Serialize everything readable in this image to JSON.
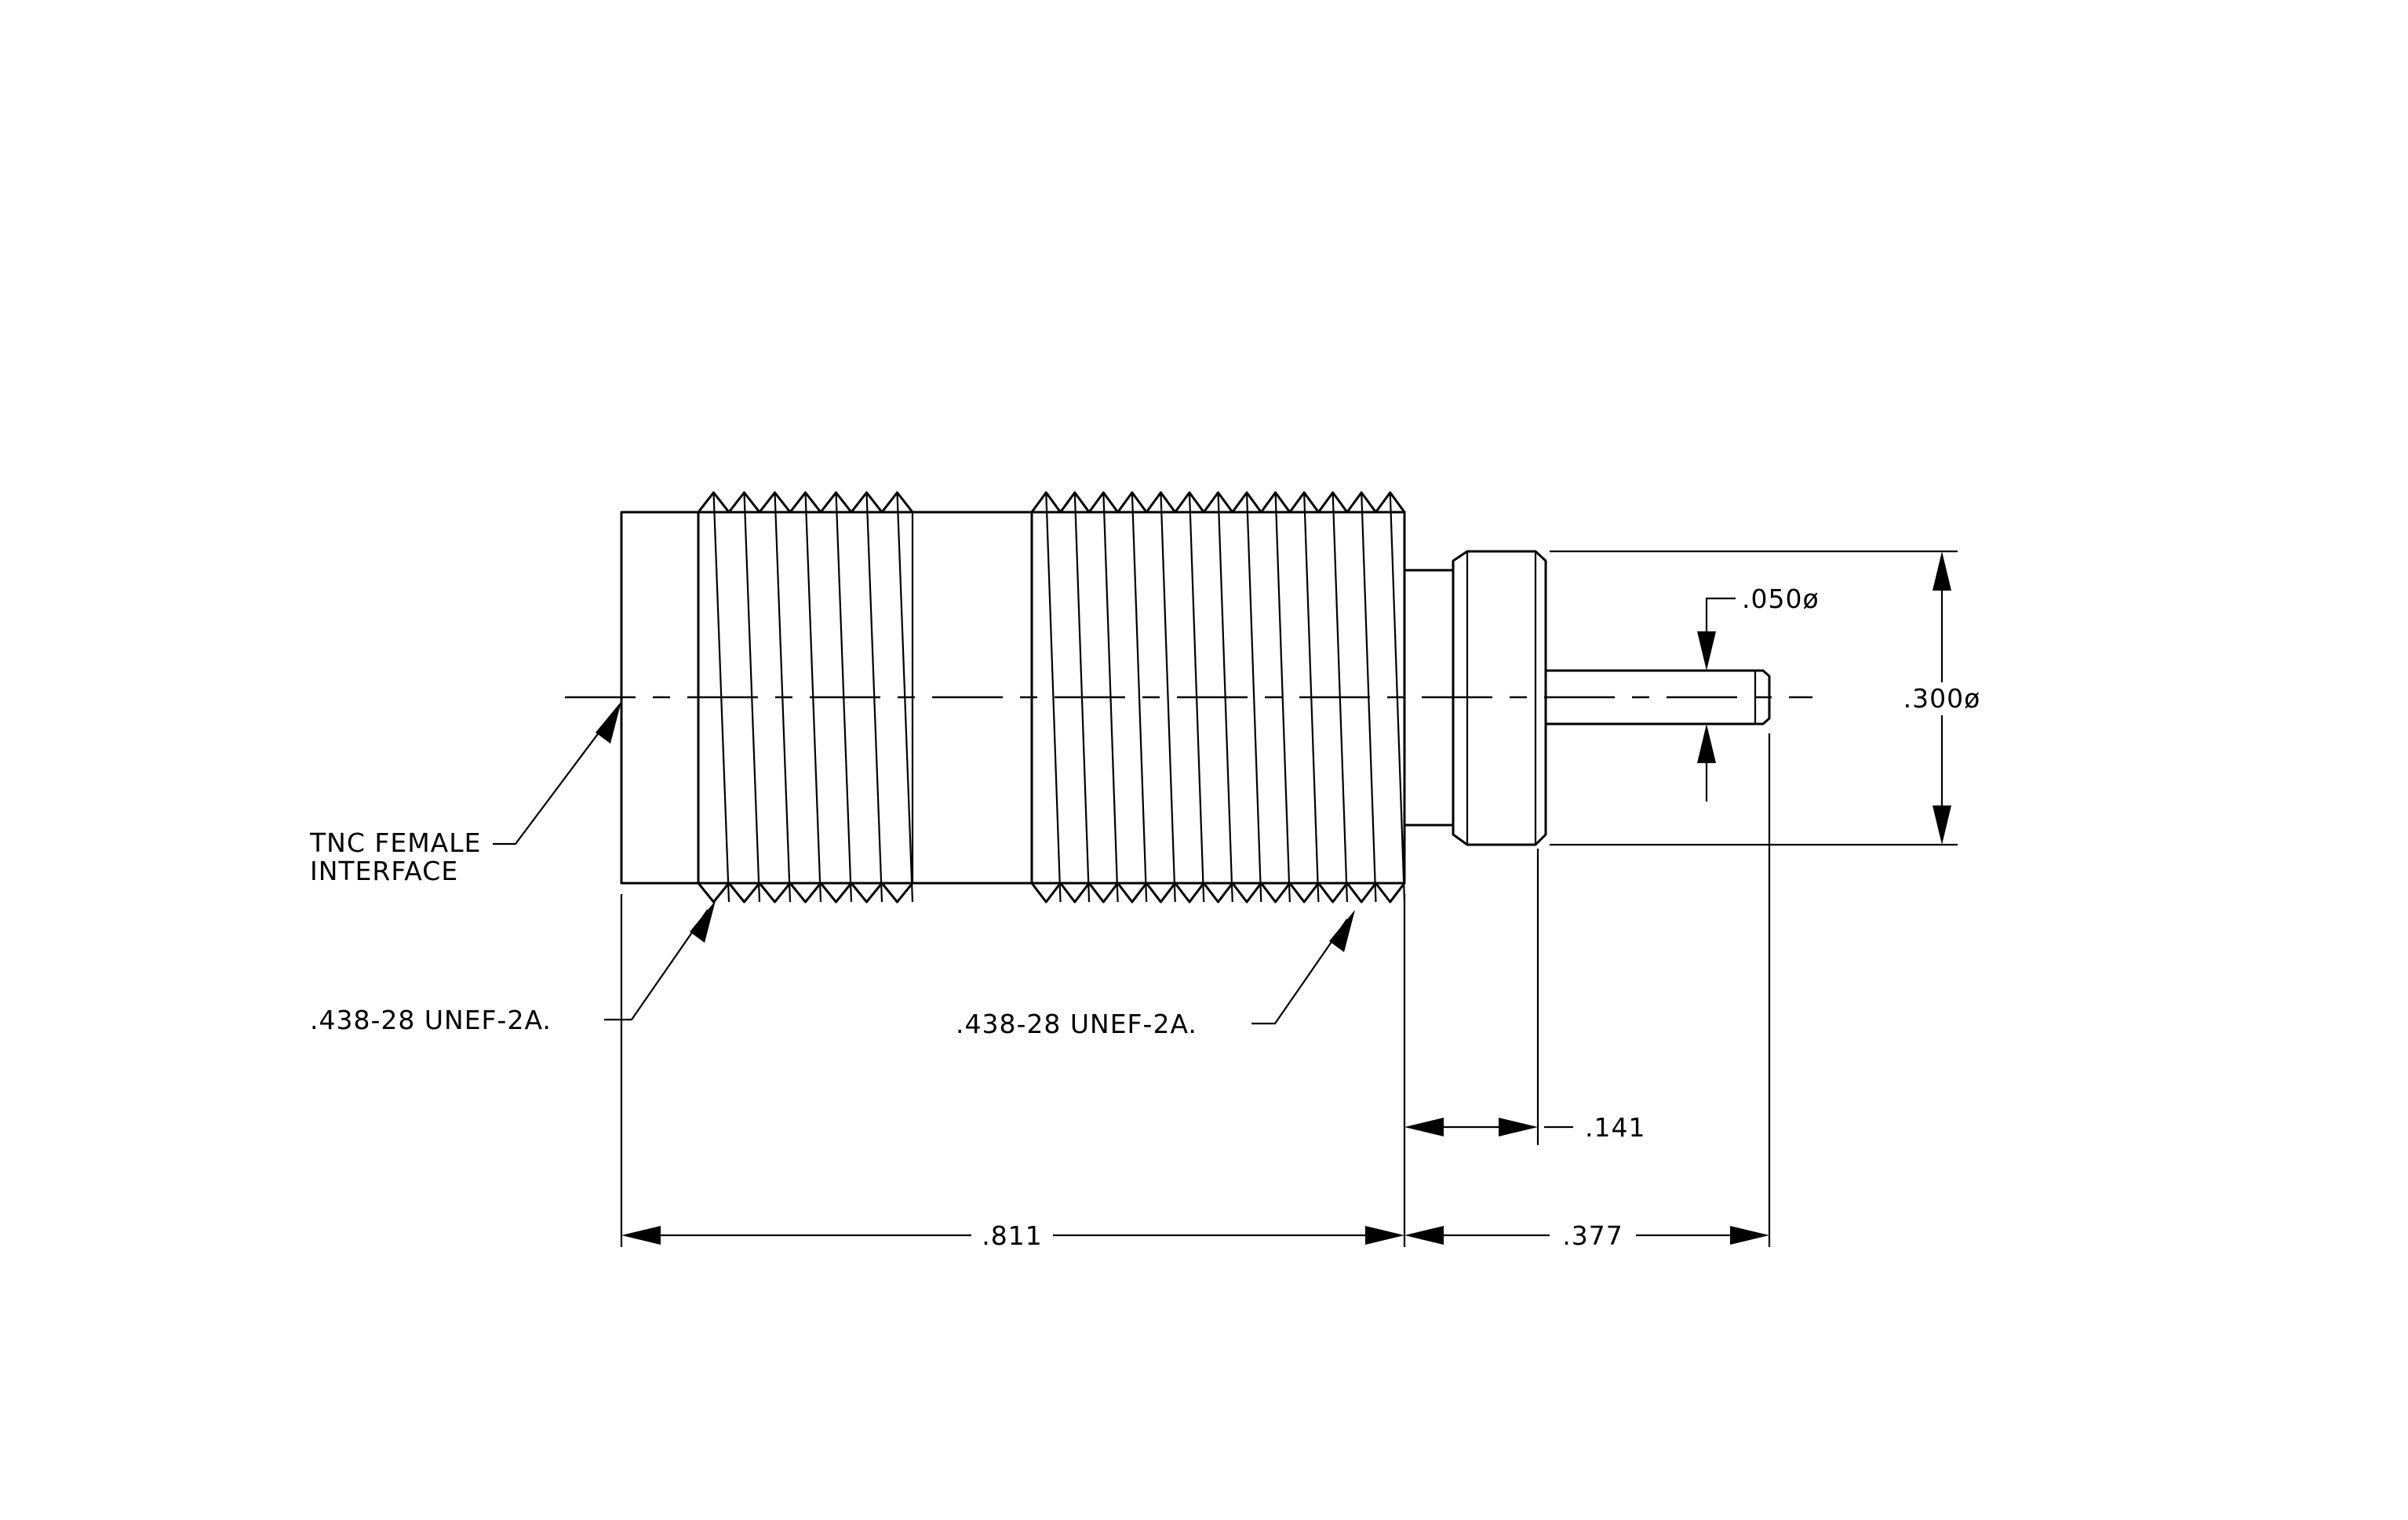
{
  "labels": {
    "interface_line1": "TNC FEMALE",
    "interface_line2": "INTERFACE",
    "thread_left": ".438-28 UNEF-2A.",
    "thread_right": ".438-28 UNEF-2A.",
    "dim_overall_body": ".811",
    "dim_pin_length": ".377",
    "dim_flange": ".141",
    "dim_pin_diameter": ".050ø",
    "dim_flange_diameter": ".300ø"
  },
  "colors": {
    "line": "#000000",
    "background": "#ffffff"
  }
}
